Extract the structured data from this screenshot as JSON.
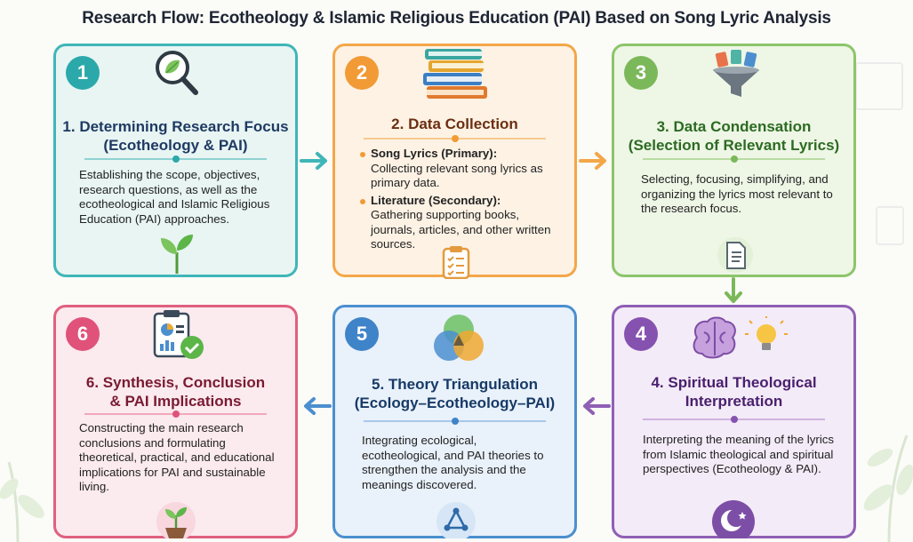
{
  "title": "Research Flow: Ecotheology & Islamic Religious Education (PAI)  Based on Song Lyric Analysis",
  "colors": {
    "teal": "#3fb6b8",
    "orange": "#f3a748",
    "green": "#8cc56a",
    "purple": "#8f5fb5",
    "blue": "#4b8fcf",
    "pink": "#e0607e"
  },
  "steps": [
    {
      "number": "1",
      "title_line1": "1. Determining Research Focus",
      "title_line2": "(Ecotheology & PAI)",
      "description": "Establishing the scope, objectives, research questions, as well as the ecotheological and Islamic Religious Education (PAI) approaches.",
      "icon": "magnifier-leaf-icon",
      "bottom_icon": "sprout-icon"
    },
    {
      "number": "2",
      "title_line1": "2. Data Collection",
      "bullets": [
        {
          "label": "Song Lyrics (Primary):",
          "text": "Collecting relevant song lyrics as primary data."
        },
        {
          "label": "Literature (Secondary):",
          "text": "Gathering supporting books, journals, articles, and other written sources."
        }
      ],
      "icon": "books-icon",
      "bottom_icon": "clipboard-icon"
    },
    {
      "number": "3",
      "title_line1": "3. Data Condensation",
      "title_line2": "(Selection of Relevant Lyrics)",
      "description": "Selecting, focusing, simplifying, and organizing the lyrics most relevant to the research focus.",
      "icon": "funnel-icon",
      "bottom_icon": "document-icon"
    },
    {
      "number": "4",
      "title_line1": "4. Spiritual Theological",
      "title_line2": "Interpretation",
      "description": "Interpreting the meaning of the lyrics from Islamic theological and spiritual perspectives (Ecotheology & PAI).",
      "icon": "brain-lightbulb-icon",
      "bottom_icon": "crescent-star-icon"
    },
    {
      "number": "5",
      "title_line1": "5. Theory Triangulation",
      "title_line2": "(Ecology–Ecotheology–PAI)",
      "description": "Integrating ecological, ecotheological, and PAI theories to strengthen the analysis and the meanings discovered.",
      "icon": "venn-icon",
      "bottom_icon": "triangle-network-icon"
    },
    {
      "number": "6",
      "title_line1": "6. Synthesis, Conclusion",
      "title_line2": "& PAI Implications",
      "description": "Constructing the main research conclusions and formulating theoretical, practical, and educational implications for PAI and sustainable living.",
      "icon": "report-check-icon",
      "bottom_icon": "sprout-pot-icon"
    }
  ]
}
